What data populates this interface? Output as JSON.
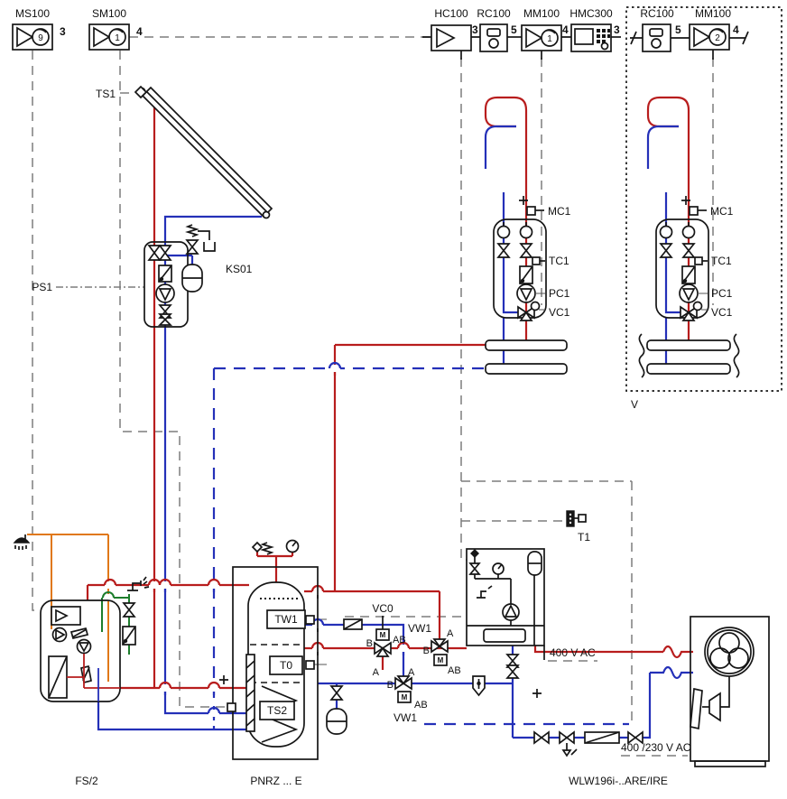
{
  "modules": {
    "ms100": {
      "label": "MS100",
      "num": "9",
      "conn": "3"
    },
    "sm100": {
      "label": "SM100",
      "num": "1",
      "conn": "4"
    },
    "hc100": {
      "label": "HC100",
      "conn": "3"
    },
    "rc100": {
      "label": "RC100",
      "conn": "5"
    },
    "mm100": {
      "label": "MM100",
      "num": "1",
      "conn": "4"
    },
    "hmc300": {
      "label": "HMC300",
      "conn": "3"
    },
    "rc100_v": {
      "label": "RC100",
      "conn": "5"
    },
    "mm100_v": {
      "label": "MM100",
      "num": "2",
      "conn": "4"
    }
  },
  "solar": {
    "collector_sensor": "TS1",
    "pump_station": "PS1",
    "safety_kit": "KS01"
  },
  "heating_circuit": {
    "mc1": "MC1",
    "tc1": "TC1",
    "pc1": "PC1",
    "vc1": "VC1"
  },
  "variant": {
    "label": "V"
  },
  "buffer_tank": {
    "tw1": "TW1",
    "t0": "T0",
    "ts2": "TS2",
    "model": "PNRZ ... E"
  },
  "valves": {
    "vc0": "VC0",
    "vw1": "VW1",
    "port_a": "A",
    "port_b": "B",
    "port_ab": "AB",
    "motor": "M"
  },
  "heat_pump": {
    "outdoor_sensor": "T1",
    "indoor_power": "400 V AC",
    "outdoor_power": "400 /230 V AC",
    "model": "WLW196i-..ARE/IRE"
  },
  "fresh_water_station": {
    "model": "FS/2"
  },
  "colors": {
    "supply": "#b81d1d",
    "return": "#2430b8",
    "dhw": "#e07818",
    "cold_water": "#1d7d2c",
    "cable": "#7d7d7d"
  }
}
